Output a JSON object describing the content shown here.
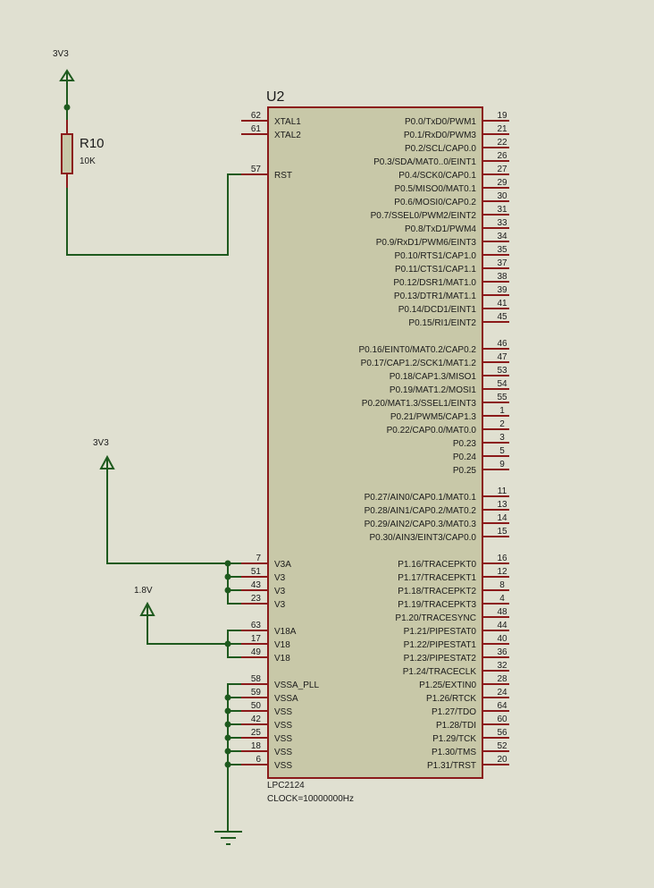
{
  "colors": {
    "background": "#e0e0d1",
    "chip_fill": "#c8c8a8",
    "pin": "#8b1a1a",
    "wire": "#1e5a1e",
    "text": "#1a1a1a"
  },
  "power_top": {
    "label": "3V3"
  },
  "resistor": {
    "ref": "R10",
    "value": "10K"
  },
  "power_v3": {
    "label": "3V3"
  },
  "power_v18": {
    "label": "1.8V"
  },
  "chip": {
    "ref": "U2",
    "part": "LPC2124",
    "clock": "CLOCK=10000000Hz",
    "left_pins": [
      {
        "num": "62",
        "name": "XTAL1"
      },
      {
        "num": "61",
        "name": "XTAL2"
      },
      {
        "num": "57",
        "name": "RST"
      },
      {
        "num": "7",
        "name": "V3A"
      },
      {
        "num": "51",
        "name": "V3"
      },
      {
        "num": "43",
        "name": "V3"
      },
      {
        "num": "23",
        "name": "V3"
      },
      {
        "num": "63",
        "name": "V18A"
      },
      {
        "num": "17",
        "name": "V18"
      },
      {
        "num": "49",
        "name": "V18"
      },
      {
        "num": "58",
        "name": "VSSA_PLL"
      },
      {
        "num": "59",
        "name": "VSSA"
      },
      {
        "num": "50",
        "name": "VSS"
      },
      {
        "num": "42",
        "name": "VSS"
      },
      {
        "num": "25",
        "name": "VSS"
      },
      {
        "num": "18",
        "name": "VSS"
      },
      {
        "num": "6",
        "name": "VSS"
      }
    ],
    "right_pins": [
      {
        "num": "19",
        "name": "P0.0/TxD0/PWM1"
      },
      {
        "num": "21",
        "name": "P0.1/RxD0/PWM3"
      },
      {
        "num": "22",
        "name": "P0.2/SCL/CAP0.0"
      },
      {
        "num": "26",
        "name": "P0.3/SDA/MAT0..0/EINT1"
      },
      {
        "num": "27",
        "name": "P0.4/SCK0/CAP0.1"
      },
      {
        "num": "29",
        "name": "P0.5/MISO0/MAT0.1"
      },
      {
        "num": "30",
        "name": "P0.6/MOSI0/CAP0.2"
      },
      {
        "num": "31",
        "name": "P0.7/SSEL0/PWM2/EINT2"
      },
      {
        "num": "33",
        "name": "P0.8/TxD1/PWM4"
      },
      {
        "num": "34",
        "name": "P0.9/RxD1/PWM6/EINT3"
      },
      {
        "num": "35",
        "name": "P0.10/RTS1/CAP1.0"
      },
      {
        "num": "37",
        "name": "P0.11/CTS1/CAP1.1"
      },
      {
        "num": "38",
        "name": "P0.12/DSR1/MAT1.0"
      },
      {
        "num": "39",
        "name": "P0.13/DTR1/MAT1.1"
      },
      {
        "num": "41",
        "name": "P0.14/DCD1/EINT1"
      },
      {
        "num": "45",
        "name": "P0.15/RI1/EINT2"
      },
      {
        "num": "46",
        "name": "P0.16/EINT0/MAT0.2/CAP0.2"
      },
      {
        "num": "47",
        "name": "P0.17/CAP1.2/SCK1/MAT1.2"
      },
      {
        "num": "53",
        "name": "P0.18/CAP1.3/MISO1"
      },
      {
        "num": "54",
        "name": "P0.19/MAT1.2/MOSI1"
      },
      {
        "num": "55",
        "name": "P0.20/MAT1.3/SSEL1/EINT3"
      },
      {
        "num": "1",
        "name": "P0.21/PWM5/CAP1.3"
      },
      {
        "num": "2",
        "name": "P0.22/CAP0.0/MAT0.0"
      },
      {
        "num": "3",
        "name": "P0.23"
      },
      {
        "num": "5",
        "name": "P0.24"
      },
      {
        "num": "9",
        "name": "P0.25"
      },
      {
        "num": "11",
        "name": "P0.27/AIN0/CAP0.1/MAT0.1"
      },
      {
        "num": "13",
        "name": "P0.28/AIN1/CAP0.2/MAT0.2"
      },
      {
        "num": "14",
        "name": "P0.29/AIN2/CAP0.3/MAT0.3"
      },
      {
        "num": "15",
        "name": "P0.30/AIN3/EINT3/CAP0.0"
      },
      {
        "num": "16",
        "name": "P1.16/TRACEPKT0"
      },
      {
        "num": "12",
        "name": "P1.17/TRACEPKT1"
      },
      {
        "num": "8",
        "name": "P1.18/TRACEPKT2"
      },
      {
        "num": "4",
        "name": "P1.19/TRACEPKT3"
      },
      {
        "num": "48",
        "name": "P1.20/TRACESYNC"
      },
      {
        "num": "44",
        "name": "P1.21/PIPESTAT0"
      },
      {
        "num": "40",
        "name": "P1.22/PIPESTAT1"
      },
      {
        "num": "36",
        "name": "P1.23/PIPESTAT2"
      },
      {
        "num": "32",
        "name": "P1.24/TRACECLK"
      },
      {
        "num": "28",
        "name": "P1.25/EXTIN0"
      },
      {
        "num": "24",
        "name": "P1.26/RTCK"
      },
      {
        "num": "64",
        "name": "P1.27/TDO"
      },
      {
        "num": "60",
        "name": "P1.28/TDI"
      },
      {
        "num": "56",
        "name": "P1.29/TCK"
      },
      {
        "num": "52",
        "name": "P1.30/TMS"
      },
      {
        "num": "20",
        "name": "P1.31/TRST"
      }
    ]
  }
}
